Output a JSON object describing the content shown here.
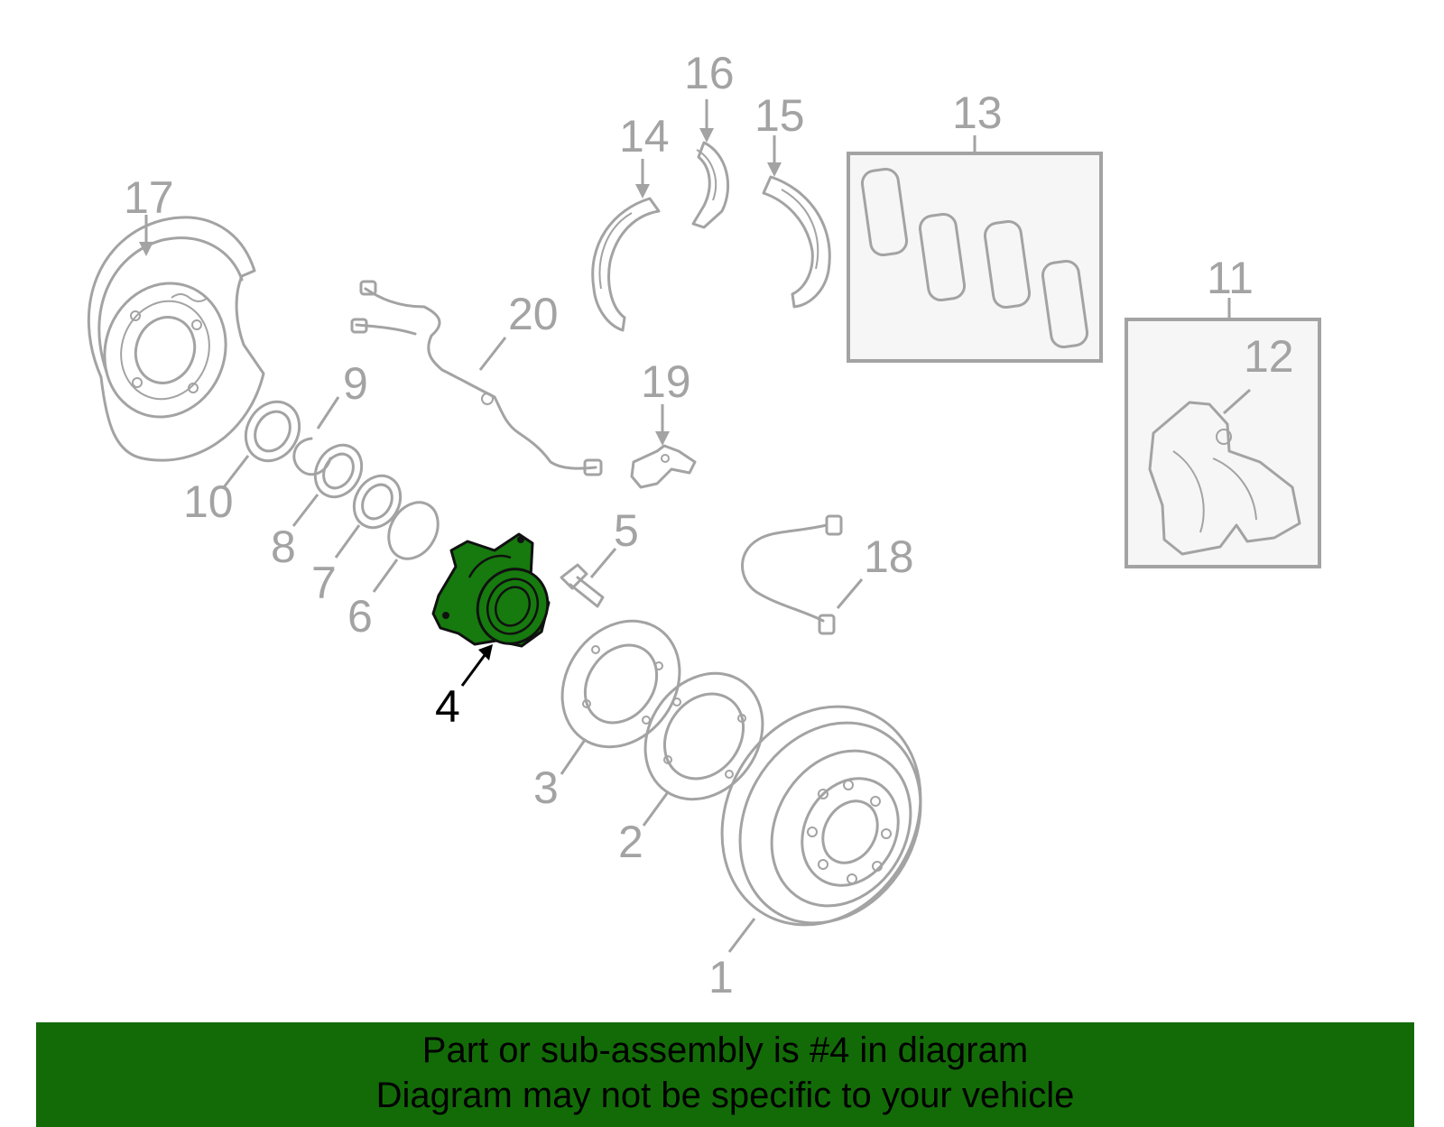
{
  "colors": {
    "part_outline": "#a3a3a3",
    "highlight_fill": "#167a0e",
    "highlight_outline": "#111111",
    "banner_bg": "#136b08",
    "banner_text": "#000000",
    "callout_default": "#a3a3a3",
    "callout_highlight": "#000000"
  },
  "callouts": {
    "c1": "1",
    "c2": "2",
    "c3": "3",
    "c4": "4",
    "c5": "5",
    "c6": "6",
    "c7": "7",
    "c8": "8",
    "c9": "9",
    "c10": "10",
    "c11": "11",
    "c12": "12",
    "c13": "13",
    "c14": "14",
    "c15": "15",
    "c16": "16",
    "c17": "17",
    "c18": "18",
    "c19": "19",
    "c20": "20"
  },
  "highlighted_part": "4",
  "banner": {
    "line1": "Part or sub-assembly is #4 in diagram",
    "line2": "Diagram may not be specific to your vehicle"
  }
}
